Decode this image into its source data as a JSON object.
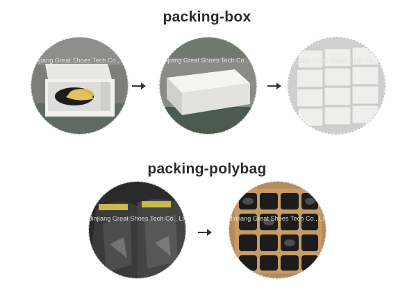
{
  "sections": {
    "box": {
      "title": "packing-box"
    },
    "polybag": {
      "title": "packing-polybag"
    }
  },
  "watermark": "Jinjiang Great Shoes Tech Co., Ltd.",
  "icons": {
    "arrow": "right-arrow-icon"
  },
  "colors": {
    "heading": "#2b2b2b",
    "arrow": "#333333",
    "border": "#b8b8b8"
  }
}
